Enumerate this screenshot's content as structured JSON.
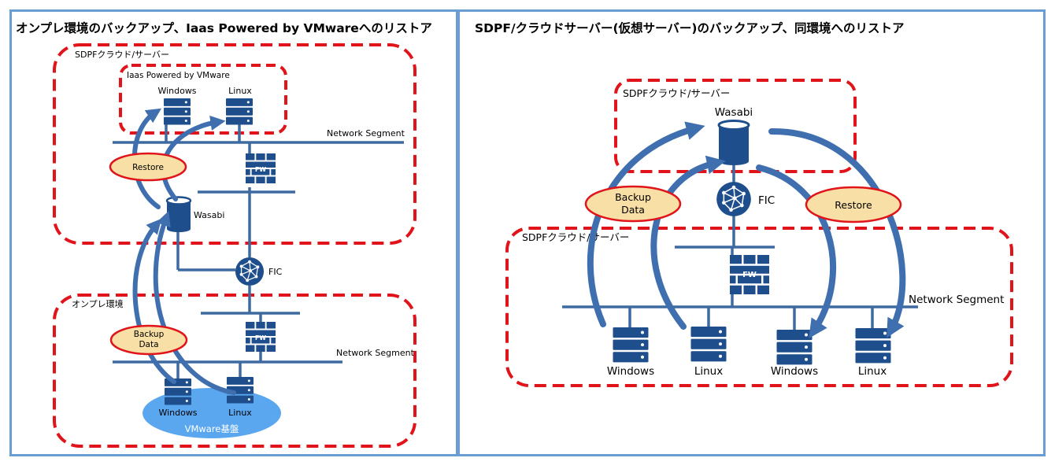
{
  "left": {
    "title": "オンプレ環境のバックアップ、Iaas Powered by VMwareへのリストア",
    "cloud_label": "SDPFクラウド/サーバー",
    "iaas_label": "Iaas Powered by VMware",
    "windows": "Windows",
    "linux": "Linux",
    "network_segment_top": "Network Segment",
    "fw": "FW",
    "restore": "Restore",
    "wasabi": "Wasabi",
    "fic": "FIC",
    "onprem_label": "オンプレ環境",
    "backup_line1": "Backup",
    "backup_line2": "Data",
    "network_segment_bottom": "Network Segment",
    "windows_bottom": "Windows",
    "linux_bottom": "Linux",
    "vmware_base": "VMware基盤"
  },
  "right": {
    "title": "SDPF/クラウドサーバー(仮想サーバー)のバックアップ、同環境へのリストア",
    "cloud_top_label": "SDPFクラウド/サーバー",
    "wasabi": "Wasabi",
    "fic": "FIC",
    "backup_line1": "Backup",
    "backup_line2": "Data",
    "restore": "Restore",
    "cloud_bottom_label": "SDPFクラウド/サーバー",
    "fw": "FW",
    "network_segment": "Network Segment",
    "servers": [
      "Windows",
      "Linux",
      "Windows",
      "Linux"
    ]
  },
  "colors": {
    "dashed_border": "#e0141a",
    "panel_border": "#6a9ed3",
    "device": "#1f4e8c",
    "network_line": "#3d6aa0",
    "arrow": "#3f6fae",
    "label_fill": "#f8dfa5",
    "vmware_fill": "#5aa7f0"
  }
}
